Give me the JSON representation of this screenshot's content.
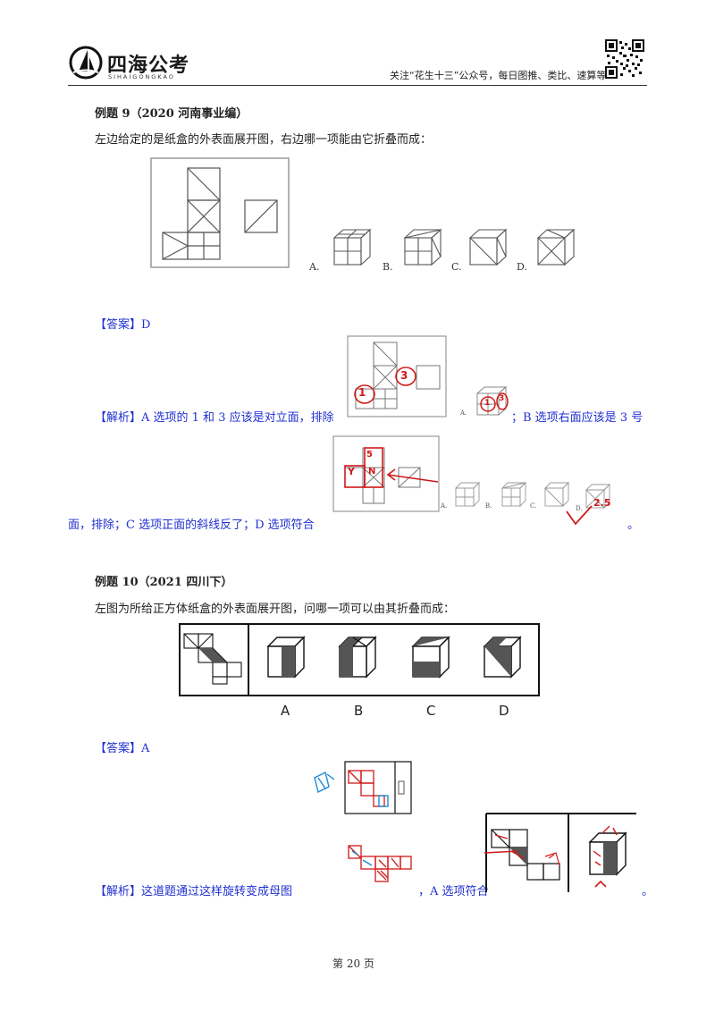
{
  "header": {
    "logo_name": "四海公考",
    "logo_sub": "SIHAIGONGKAO",
    "slogan": "关注“花生十三”公众号，每日图推、类比、速算等"
  },
  "q9": {
    "title": "例题 9（2020 河南事业编）",
    "question": "左边给定的是纸盒的外表面展开图，右边哪一项能由它折叠而成：",
    "options": [
      "A.",
      "B.",
      "C.",
      "D."
    ],
    "answer": "【答案】D",
    "analysis_1": "【解析】A 选项的 1 和 3 应该是对立面，排除",
    "analysis_2": "；B 选项右面应该是 3 号",
    "analysis_3": "面，排除；C 选项正面的斜线反了；D 选项符合",
    "analysis_end": "。",
    "note1_labels": [
      "1",
      "3"
    ],
    "note2_labels": [
      "5",
      "Y",
      "N",
      "2.5"
    ]
  },
  "q10": {
    "title": "例题 10（2021 四川下）",
    "question": "左图为所给正方体纸盒的外表面展开图，问哪一项可以由其折叠而成：",
    "options": [
      "A",
      "B",
      "C",
      "D"
    ],
    "answer": "【答案】A",
    "analysis_1": "【解析】这道题通过这样旋转变成母图",
    "analysis_2": "，A 选项符合",
    "analysis_end": "。"
  },
  "footer": {
    "page": "第 20 页"
  }
}
